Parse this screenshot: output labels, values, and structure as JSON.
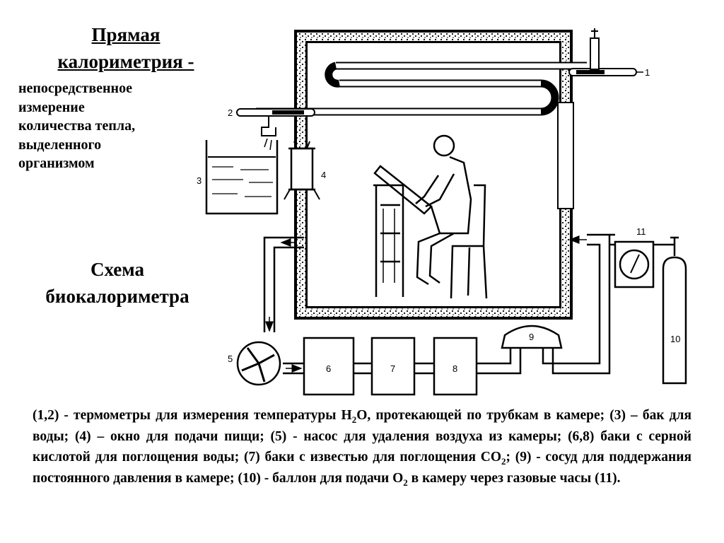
{
  "heading": {
    "title_line1": "Прямая",
    "title_line2": "калориметрия -",
    "definition_lines": [
      "непосредственное",
      "измерение",
      "количества тепла,",
      "выделенного",
      "организмом"
    ],
    "subtitle_line1": "Схема",
    "subtitle_line2": "биокалориметра"
  },
  "diagram": {
    "labels": [
      "1",
      "2",
      "3",
      "4",
      "5",
      "6",
      "7",
      "8",
      "9",
      "10",
      "11"
    ]
  },
  "caption": {
    "p1": "(1,2) - термометры для измерения температуры Н",
    "s1": "2",
    "p2": "О, протекающей по трубкам в камере; (3) – бак для воды; (4) – окно для подачи пищи; (5) - насос для удаления воздуха из камеры; (6,8) баки с серной кислотой для поглощения воды; (7) баки с известью для поглощения СО",
    "s2": "2",
    "p3": "; (9) - сосуд для поддержания постоянного давления в камере; (10) - баллон для подачи О",
    "s3": "2",
    "p4": " в камеру через газовые часы (11)."
  }
}
